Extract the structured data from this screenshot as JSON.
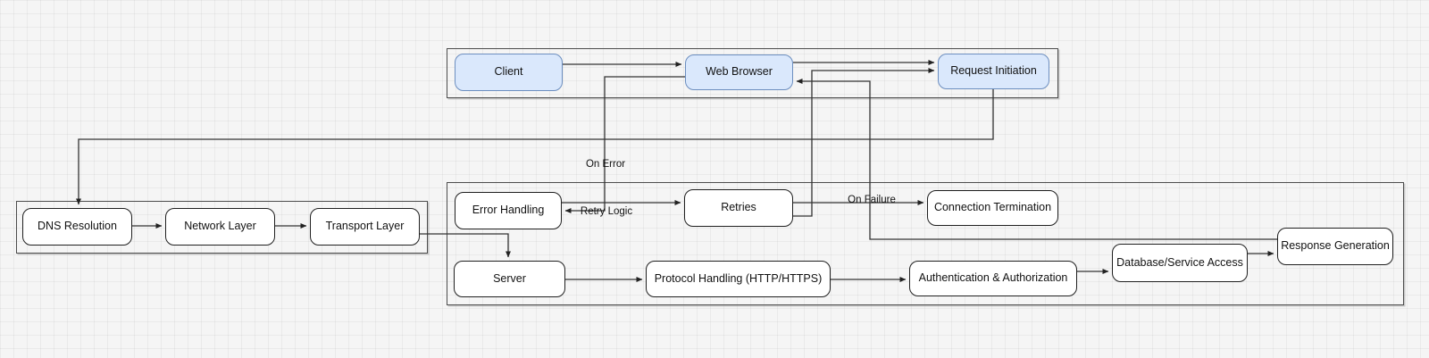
{
  "diagram": {
    "nodes": {
      "client": "Client",
      "web_browser": "Web Browser",
      "request_initiation": "Request Initiation",
      "dns_resolution": "DNS Resolution",
      "network_layer": "Network Layer",
      "transport_layer": "Transport Layer",
      "error_handling": "Error Handling",
      "retries": "Retries",
      "connection_termination": "Connection Termination",
      "server": "Server",
      "protocol_handling": "Protocol Handling (HTTP/HTTPS)",
      "authentication_authorization": "Authentication & Authorization",
      "database_service_access": "Database/Service Access",
      "response_generation": "Response Generation"
    },
    "edge_labels": {
      "on_error": "On Error",
      "retry_logic": "Retry Logic",
      "on_failure": "On Failure"
    },
    "colors": {
      "canvas_background": "#f5f5f5",
      "client_layer_node_fill": "#dae8fc",
      "client_layer_node_stroke": "#6c8ebf",
      "node_fill": "#ffffff",
      "node_stroke": "#1f1f1f",
      "group_stroke": "#4c4c4c",
      "edge_stroke": "#333333"
    }
  }
}
